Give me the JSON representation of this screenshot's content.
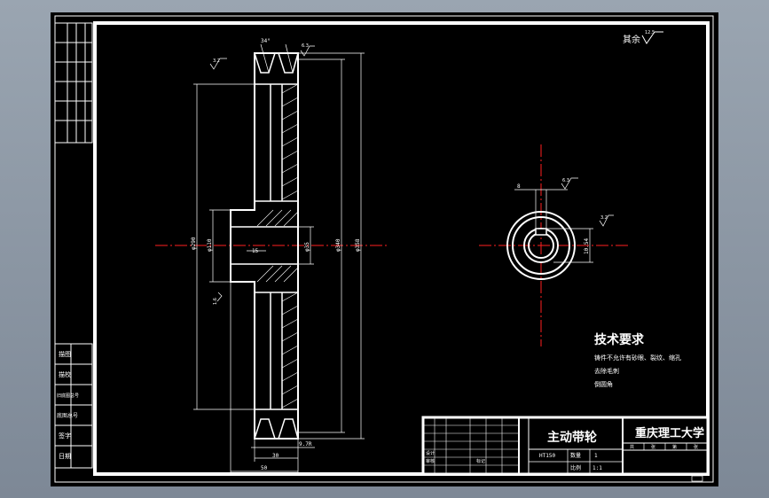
{
  "drawing": {
    "surface_roughness_other": "其余",
    "roughness_symbol_value": "12.5",
    "tech_requirements_title": "技术要求",
    "tech_requirements_lines": [
      "铸件不允许有砂眼、裂纹、缩孔",
      "去除毛刺",
      "倒圆角"
    ],
    "groove_angle": "34°",
    "roughness_values": [
      "3.2",
      "6.3",
      "1.6",
      "6.3",
      "3.2"
    ],
    "dim_left_outer": "φ290",
    "dim_left_hub": "φ110",
    "dim_bore": "φ35",
    "dim_pitch": "φ340",
    "dim_outer": "φ358",
    "dim_groove_pitch": "15",
    "dim_width_inner": "30",
    "dim_width_total": "50",
    "dim_bottom_right": "9.7R",
    "keyway_width": "8",
    "keyway_depth": "10.54",
    "colors": {
      "background": "#000000",
      "line": "#ffffff",
      "centerline": "#ff2020",
      "frame": "#ffffff"
    }
  },
  "title_block": {
    "part_name": "主动带轮",
    "institution": "重庆理工大学",
    "material": "HT150",
    "scale_label": "比例",
    "scale_value": "1:1",
    "qty_label": "数量",
    "qty_value": "1",
    "left_labels": [
      "设计",
      "审核",
      "标记"
    ],
    "small_cells": [
      "共",
      "张",
      "第",
      "张"
    ]
  },
  "left_strip": {
    "labels": [
      "描图",
      "描校",
      "旧底图总号",
      "底图总号",
      "签字",
      "日期"
    ]
  }
}
